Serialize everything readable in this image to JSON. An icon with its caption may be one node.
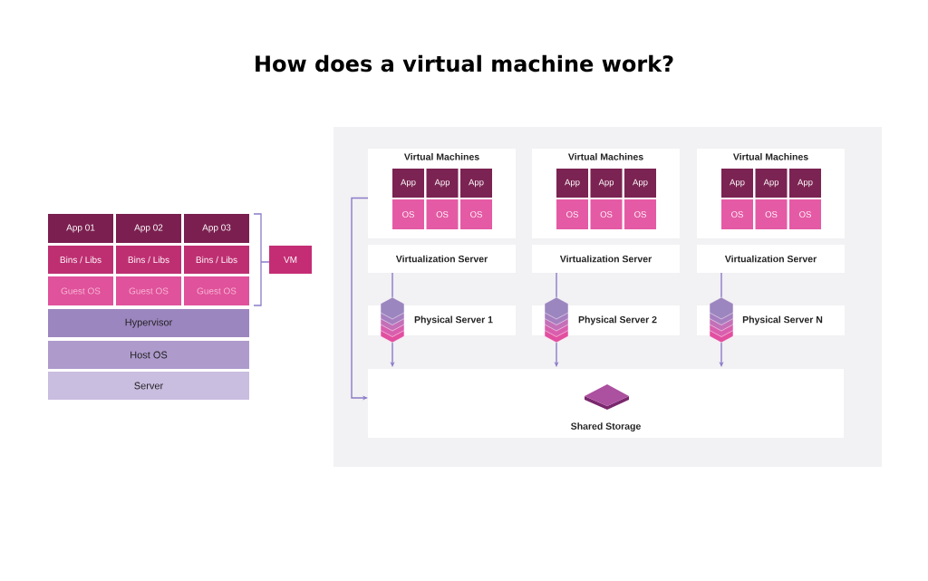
{
  "diagram": {
    "title": "How does a virtual machine work?",
    "nodes": [
      {
        "text": [
          "App 01"
        ]
      },
      {
        "text": [
          "App 02"
        ]
      },
      {
        "text": [
          "App 03"
        ]
      },
      {
        "text": [
          "Bins / Libs"
        ]
      },
      {
        "text": [
          "Bins / Libs"
        ]
      },
      {
        "text": [
          "Bins / Libs"
        ]
      },
      {
        "text": [
          "Guest OS"
        ]
      },
      {
        "text": [
          "Guest OS"
        ]
      },
      {
        "text": [
          "Guest OS"
        ]
      },
      {
        "text": [
          "Hypervisor"
        ]
      },
      {
        "text": [
          "Host OS"
        ]
      },
      {
        "text": [
          "Server"
        ]
      },
      {
        "text": [
          "VM"
        ]
      },
      {
        "text": [
          "Virtual Machines"
        ]
      },
      {
        "text": [
          "App"
        ],
        "in": 13
      },
      {
        "text": [
          "App"
        ],
        "in": 13
      },
      {
        "text": [
          "App"
        ],
        "in": 13
      },
      {
        "text": [
          "OS"
        ],
        "in": 13
      },
      {
        "text": [
          "OS"
        ],
        "in": 13
      },
      {
        "text": [
          "OS"
        ],
        "in": 13
      },
      {
        "text": [
          "Virtual Machines"
        ]
      },
      {
        "text": [
          "App"
        ],
        "in": 20
      },
      {
        "text": [
          "App"
        ],
        "in": 20
      },
      {
        "text": [
          "App"
        ],
        "in": 20
      },
      {
        "text": [
          "OS"
        ],
        "in": 20
      },
      {
        "text": [
          "OS"
        ],
        "in": 20
      },
      {
        "text": [
          "OS"
        ],
        "in": 20
      },
      {
        "text": [
          "Virtual Machines"
        ]
      },
      {
        "text": [
          "App"
        ],
        "in": 27
      },
      {
        "text": [
          "App"
        ],
        "in": 27
      },
      {
        "text": [
          "App"
        ],
        "in": 27
      },
      {
        "text": [
          "OS"
        ],
        "in": 27
      },
      {
        "text": [
          "OS"
        ],
        "in": 27
      },
      {
        "text": [
          "OS"
        ],
        "in": 27
      },
      {
        "text": [
          "Virtualization Server"
        ]
      },
      {
        "text": [
          "Virtualization Server"
        ]
      },
      {
        "text": [
          "Virtualization Server"
        ]
      },
      {
        "text": [
          "Physical Server 1"
        ]
      },
      {
        "text": [
          "Physical Server 2"
        ]
      },
      {
        "text": [
          "Physical Server N"
        ]
      },
      {
        "text": [
          "Shared Storage"
        ]
      }
    ],
    "edges": [
      {
        "from": 34,
        "to": 37,
        "arrow": "none"
      },
      {
        "from": 37,
        "to": 40,
        "arrow": "to"
      },
      {
        "from": 35,
        "to": 38,
        "arrow": "none"
      },
      {
        "from": 38,
        "to": 40,
        "arrow": "to"
      },
      {
        "from": 36,
        "to": 39,
        "arrow": "none"
      },
      {
        "from": 39,
        "to": 40,
        "arrow": "to"
      },
      {
        "from": 13,
        "to": 40,
        "arrow": "to"
      }
    ]
  }
}
